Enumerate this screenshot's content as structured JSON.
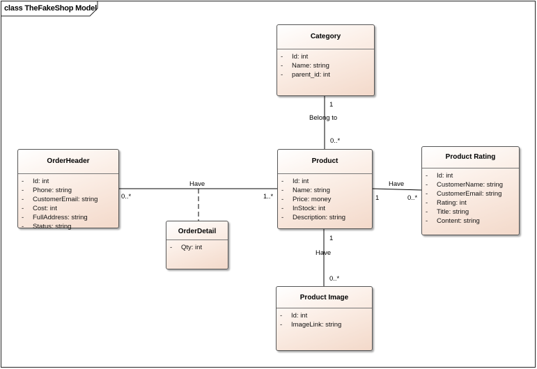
{
  "frame": {
    "title": "class TheFakeShop Model"
  },
  "classes": {
    "category": {
      "name": "Category",
      "attributes": [
        "Id: int",
        "Name: string",
        "parent_id: int"
      ]
    },
    "orderheader": {
      "name": "OrderHeader",
      "attributes": [
        "Id: int",
        "Phone: string",
        "CustomerEmail: string",
        "Cost: int",
        "FullAddress: string",
        "Status: string"
      ]
    },
    "product": {
      "name": "Product",
      "attributes": [
        "Id: int",
        "Name: string",
        "Price: money",
        "InStock: int",
        "Description: string"
      ]
    },
    "productrating": {
      "name": "Product Rating",
      "attributes": [
        "Id: int",
        "CustomerName: string",
        "CustomerEmail: string",
        "Rating: int",
        "Title: string",
        "Content: string"
      ]
    },
    "orderdetail": {
      "name": "OrderDetail",
      "attributes": [
        "Qty: int"
      ]
    },
    "productimage": {
      "name": "Product Image",
      "attributes": [
        "Id: int",
        "ImageLink: string"
      ]
    }
  },
  "attribute_marker": "-",
  "associations": {
    "category_product": {
      "name": "Belong to",
      "source_mult": "1",
      "target_mult": "0..*"
    },
    "order_product": {
      "name": "Have",
      "source_mult": "0..*",
      "target_mult": "1..*"
    },
    "product_rating": {
      "name": "Have",
      "source_mult": "1",
      "target_mult": "0..*"
    },
    "product_image": {
      "name": "Have",
      "source_mult": "1",
      "target_mult": "0..*"
    }
  }
}
